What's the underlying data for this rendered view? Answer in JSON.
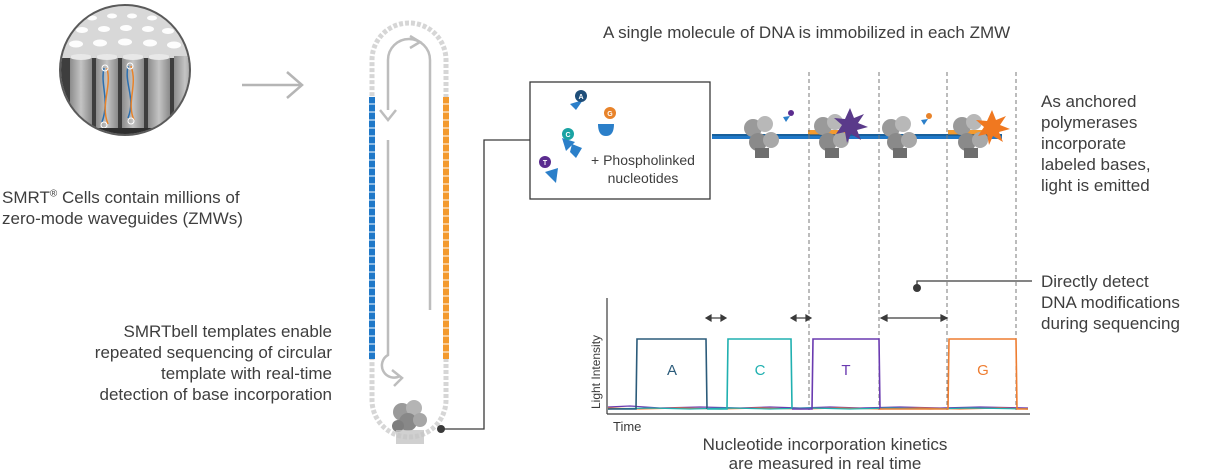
{
  "captions": {
    "smrt_cells": {
      "prefix": "SMRT",
      "mark": "®",
      "rest": " Cells contain millions of",
      "line2": "zero-mode waveguides (ZMWs)"
    },
    "smrtbell": [
      "SMRTbell templates enable",
      "repeated sequencing of circular",
      "template with real-time",
      "detection of base incorporation"
    ],
    "single_molecule": "A single molecule of DNA is immobilized in each ZMW",
    "anchored": [
      "As anchored",
      "polymerases",
      "incorporate",
      "labeled bases,",
      "light is emitted"
    ],
    "modifications": [
      "Directly detect",
      "DNA modifications",
      "during sequencing"
    ],
    "kinetics": [
      "Nucleotide incorporation kinetics",
      "are measured in real time"
    ]
  },
  "nucleotide_box": {
    "label_line1": "+ Phospholinked",
    "label_line2": "nucleotides",
    "nucleotides": [
      {
        "letter": "A",
        "color": "#1f4e79"
      },
      {
        "letter": "G",
        "color": "#e8832a"
      },
      {
        "letter": "C",
        "color": "#1aa3a3"
      },
      {
        "letter": "T",
        "color": "#5b2c8f"
      }
    ]
  },
  "chart": {
    "ylabel": "Light Intensity",
    "xlabel": "Time",
    "pulses": [
      {
        "letter": "A",
        "color": "#2b5b7a"
      },
      {
        "letter": "C",
        "color": "#20b0b0"
      },
      {
        "letter": "T",
        "color": "#6a3ab0"
      },
      {
        "letter": "G",
        "color": "#ee7d31"
      }
    ]
  },
  "colors": {
    "template_blue": "#1f78c8",
    "template_orange": "#f39a2e",
    "gray_line": "#9a9a9a",
    "burst_purple": "#5a3a8a",
    "burst_orange": "#f07820"
  }
}
